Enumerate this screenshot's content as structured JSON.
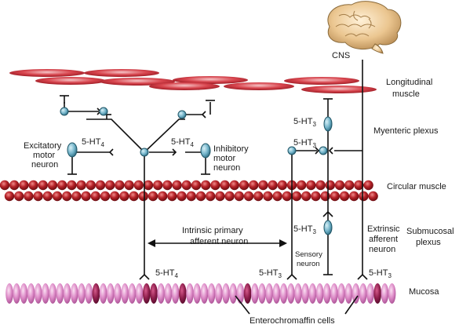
{
  "labels": {
    "cns": "CNS",
    "longitudinal_line1": "Longitudinal",
    "longitudinal_line2": "muscle",
    "myenteric": "Myenteric plexus",
    "circular": "Circular muscle",
    "submucosal_line1": "Submucosal",
    "submucosal_line2": "plexus",
    "mucosa": "Mucosa",
    "excitatory_line1": "Excitatory",
    "excitatory_line2": "motor",
    "excitatory_line3": "neuron",
    "inhibitory_line1": "Inhibitory",
    "inhibitory_line2": "motor",
    "inhibitory_line3": "neuron",
    "ipan_line1": "Intrinsic primary",
    "ipan_line2": "afferent neuron",
    "sensory_line1": "Sensory",
    "sensory_line2": "neuron",
    "extrinsic_line1": "Extrinsic",
    "extrinsic_line2": "afferent",
    "extrinsic_line3": "neuron",
    "enterochromaffin": "Enterochromaffin cells"
  },
  "receptors": {
    "ht4_left": "5-HT4",
    "ht4_right": "5-HT4",
    "ht3_upper": "5-HT3",
    "ht3_myenteric": "5-HT3",
    "ht3_submucosal": "5-HT3",
    "ht4_mucosa": "5-HT4",
    "ht3_mucosa_left": "5-HT3",
    "ht3_mucosa_right": "5-HT3"
  },
  "colors": {
    "longitudinal_muscle": "#c8323c",
    "circular_muscle": "#a01c22",
    "mucosa": "#d77fc0",
    "enterochromaffin": "#8a1a4a",
    "neuron_body": "#6fb1c7",
    "brain": "#e9c89a"
  }
}
